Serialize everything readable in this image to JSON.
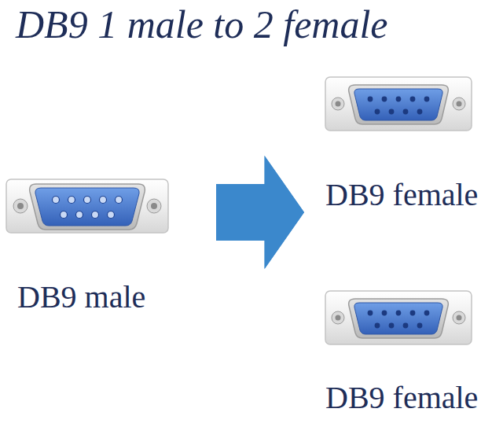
{
  "diagram": {
    "title": "DB9 1 male to 2 female",
    "nodes": [
      {
        "text": [
          "DB9 male"
        ]
      },
      {
        "text": [
          "DB9 female"
        ]
      },
      {
        "text": [
          "DB9 female"
        ]
      }
    ],
    "edges": [
      {
        "from": 0,
        "to": 1,
        "arrow": "to"
      },
      {
        "from": 0,
        "to": 2,
        "arrow": "to"
      }
    ]
  }
}
